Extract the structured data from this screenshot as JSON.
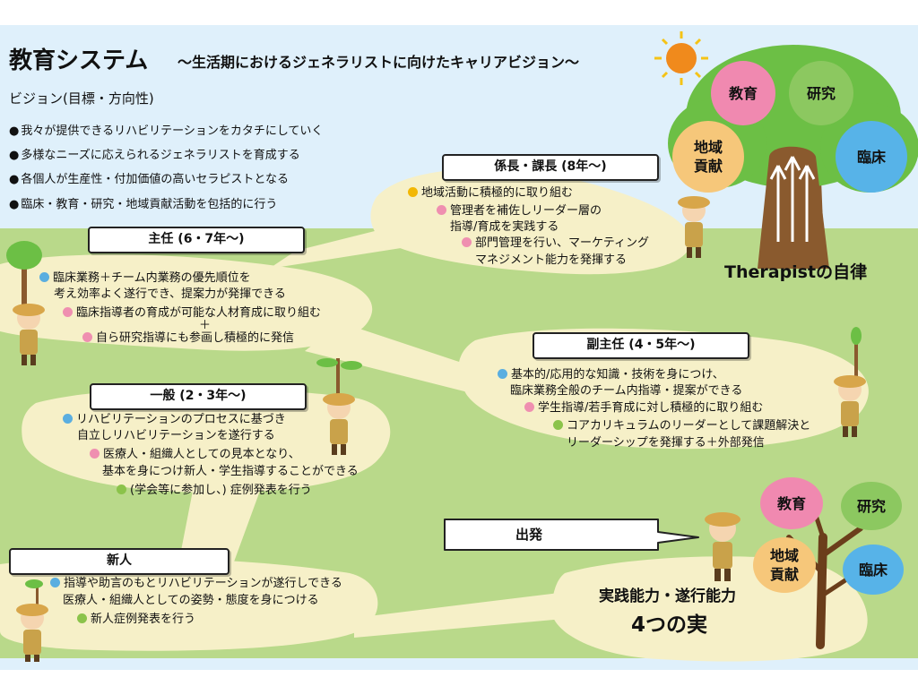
{
  "header": {
    "title": "教育システム",
    "subtitle": "～生活期におけるジェネラリストに向けたキャリアビジョン～"
  },
  "vision": {
    "heading": "ビジョン(目標・方向性)",
    "items": [
      "我々が提供できるリハビリテーションをカタチにしていく",
      "多様なニーズに応えられるジェネラリストを育成する",
      "各個人が生産性・付加価値の高いセラピストとなる",
      "臨床・教育・研究・地域貢献活動を包括的に行う"
    ]
  },
  "stages": {
    "shinjin": {
      "label": "新人",
      "lines": [
        "指導や助言のもとリハビリテーションが遂行しできる",
        "医療人・組織人としての姿勢・態度を身につける",
        "新人症例発表を行う"
      ]
    },
    "ippan": {
      "label": "一般 (2・3年～)",
      "lines": [
        "リハビリテーションのプロセスに基づき",
        "自立しリハビリテーションを遂行する",
        "医療人・組織人としての見本となり、",
        "基本を身につけ新人・学生指導することができる",
        "(学会等に参加し、) 症例発表を行う"
      ]
    },
    "shunin": {
      "label": "主任 (6・7年～)",
      "lines": [
        "臨床業務＋チーム内業務の優先順位を",
        "考え効率よく遂行でき、提案力が発揮できる",
        "臨床指導者の育成が可能な人材育成に取り組む",
        "＋",
        "自ら研究指導にも参画し積極的に発信"
      ]
    },
    "fukushunin": {
      "label": "副主任 (4・5年～)",
      "lines": [
        "基本的/応用的な知識・技術を身につけ、",
        "臨床業務全般のチーム内指導・提案ができる",
        "学生指導/若手育成に対し積極的に取り組む",
        "コアカリキュラムのリーダーとして課題解決と",
        "リーダーシップを発揮する＋外部発信"
      ]
    },
    "kakaricho": {
      "label": "係長・課長 (8年～)",
      "lines": [
        "地域活動に積極的に取り組む",
        "管理者を補佐しリーダー層の",
        "指導/育成を実践する",
        "部門管理を行い、マーケティング",
        "マネジメント能力を発揮する"
      ]
    }
  },
  "start": {
    "label": "出発"
  },
  "big_tree": {
    "fruits": [
      "教育",
      "研究",
      "地域\n貢献",
      "臨床"
    ],
    "caption": "Therapistの自律"
  },
  "small_tree": {
    "fruits": [
      "教育",
      "研究",
      "地域\n貢献",
      "臨床"
    ],
    "caption_line1": "実践能力・遂行能力",
    "caption_line2": "4つの実"
  },
  "colors": {
    "sky": "#dff0fb",
    "grass": "#b9d98a",
    "path": "#f6f0c8",
    "fruit_pink": "#f089b0",
    "fruit_green": "#8cc860",
    "fruit_orange": "#f6c77a",
    "fruit_blue": "#57b3e8",
    "tree_green": "#6cbf45",
    "trunk": "#8a5a2e",
    "sun": "#f08a1c"
  }
}
